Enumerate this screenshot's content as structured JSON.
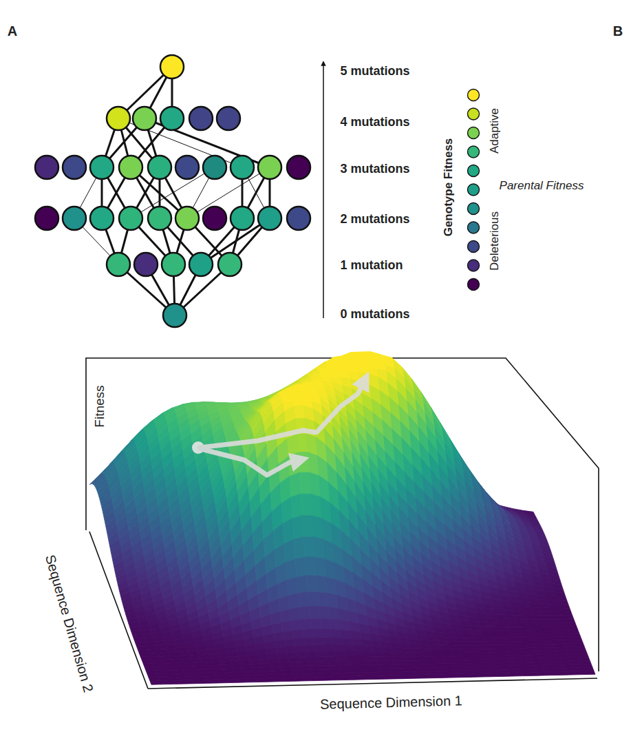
{
  "diagram": {
    "labels": [
      "A",
      "B",
      "5 mutations",
      "4 mutations",
      "3 mutations",
      "2 mutations",
      "1 mutation",
      "0 mutations",
      "Genotype Fitness",
      "Adaptive",
      "Parental Fitness",
      "Deleterious",
      "Fitness",
      "Sequence Dimension 2",
      "Sequence Dimension 1"
    ]
  }
}
